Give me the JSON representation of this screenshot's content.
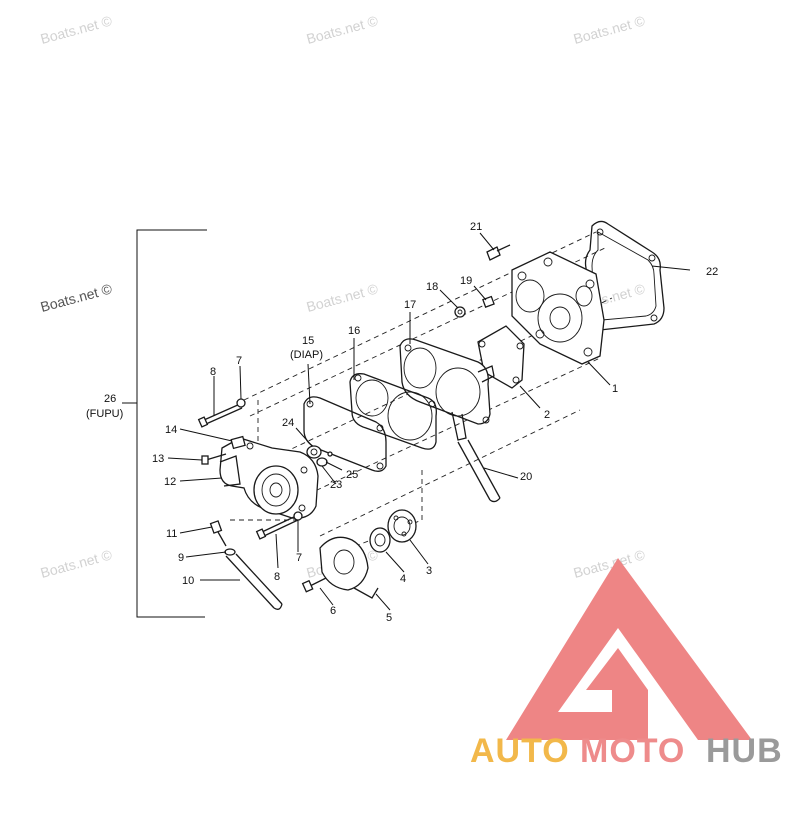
{
  "watermarks": {
    "w1": "Boats.net ©",
    "w2": "Boats.net ©",
    "w3": "Boats.net ©",
    "w4": "Boats.net ©",
    "w5": "Boats.net ©",
    "w6": "Boats.net ©",
    "w7": "Boats.net ©",
    "w8": "Boats.net ©",
    "w9": "Boats.net ©"
  },
  "callouts": {
    "c1": "1",
    "c2": "2",
    "c3": "3",
    "c4": "4",
    "c5": "5",
    "c6": "6",
    "c7a": "7",
    "c7b": "7",
    "c8a": "8",
    "c8b": "8",
    "c9": "9",
    "c10": "10",
    "c11": "11",
    "c12": "12",
    "c13": "13",
    "c14": "14",
    "c15": "15",
    "c15sub": "(DIAP)",
    "c16": "16",
    "c17": "17",
    "c18": "18",
    "c19": "19",
    "c20": "20",
    "c21": "21",
    "c22": "22",
    "c23": "23",
    "c24": "24",
    "c25": "25",
    "c26": "26",
    "c26sub": "(FUPU)"
  },
  "logo": {
    "part1": "AUTO",
    "part2": "MOTO",
    "part3": "HUB",
    "colors": {
      "auto": "#f2b84a",
      "moto": "#ee8b8b",
      "hub": "#9a9a9a",
      "mark": "#ee8585"
    }
  }
}
